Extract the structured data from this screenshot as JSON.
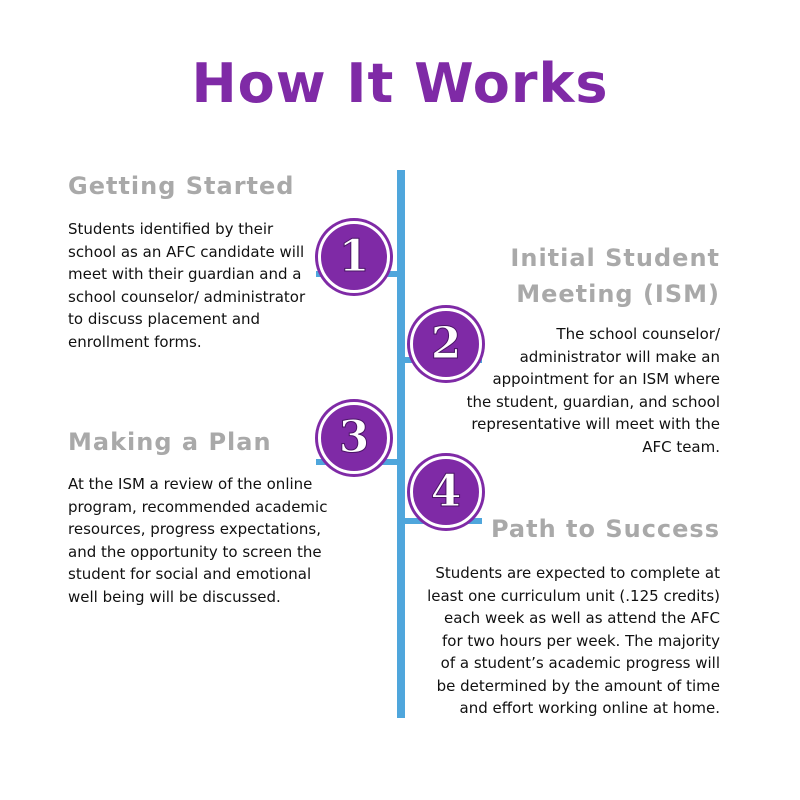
{
  "title": "How It Works",
  "colors": {
    "title": "#7f2aa6",
    "badge": "#7f2aa6",
    "line": "#4fa6dc",
    "heading": "#a9a9a9"
  },
  "steps": [
    {
      "number": "1",
      "heading": "Getting Started",
      "body": "Students identified by their school as an AFC candidate will meet with their guardian and a school counselor/ administrator to discuss placement and enrollment forms."
    },
    {
      "number": "2",
      "heading": "Initial Student Meeting (ISM)",
      "body": "The school counselor/ administrator will make an appointment for an ISM where the student, guardian, and school representative will meet with the AFC team."
    },
    {
      "number": "3",
      "heading": "Making a Plan",
      "body": "At the ISM a review of the online program, recommended academic resources, progress expectations, and the opportunity to screen the student for social and emotional well being will be discussed."
    },
    {
      "number": "4",
      "heading": "Path to Success",
      "body": "Students are expected to complete at least one curriculum unit (.125 credits) each week as well as attend the AFC for two hours per week. The majority of a student’s academic progress will be determined by the amount of time and effort working online at home."
    }
  ]
}
